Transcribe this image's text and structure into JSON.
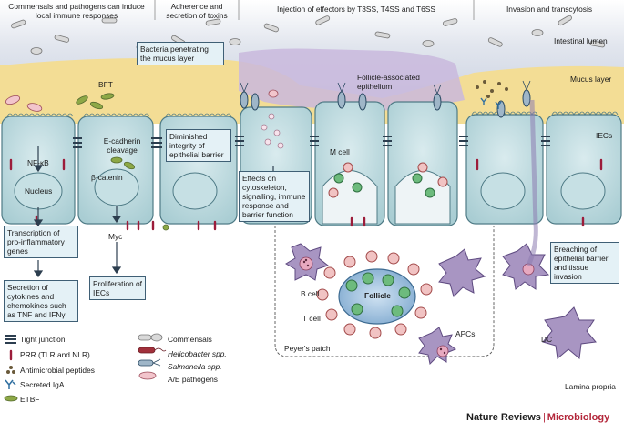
{
  "headers": [
    "Commensals and pathogens can induce local immune responses",
    "Adherence and secretion of toxins",
    "Injection of effectors by T3SS, T4SS and T6SS",
    "Invasion and transcytosis"
  ],
  "regions": {
    "lumen": "Intestinal lumen",
    "mucus": "Mucus layer",
    "iecs": "IECs",
    "fae": "Follicle-associated epithelium",
    "lamina": "Lamina propria",
    "peyers": "Peyer's patch",
    "follicle": "Follicle"
  },
  "labels": {
    "bft": "BFT",
    "nfkb": "NF-κB",
    "nucleus": "Nucleus",
    "ecadherin": "E-cadherin cleavage",
    "bcatenin": "β-catenin",
    "myc": "Myc",
    "mcell": "M cell",
    "bcell": "B cell",
    "tcell": "T cell",
    "apcs": "APCs",
    "dc": "DC"
  },
  "boxes": {
    "penetrating": "Bacteria penetrating the mucus layer",
    "diminished": "Diminished integrity of epithelial barrier",
    "transcription": "Transcription of pro-inflammatory genes",
    "secretion": "Secretion of cytokines and chemokines such as TNF and IFNγ",
    "proliferation": "Proliferation of IECs",
    "effects": "Effects on cytoskeleton, signalling, immune response and barrier function",
    "breaching": "Breaching of epithelial barrier and tissue invasion"
  },
  "legend": {
    "left": [
      "Tight junction",
      "PRR (TLR and NLR)",
      "Antimicrobial peptides",
      "Secreted IgA",
      "ETBF"
    ],
    "right": [
      "Commensals",
      "Helicobacter spp.",
      "Salmonella spp.",
      "A/E pathogens"
    ]
  },
  "footer": {
    "journal": "Nature Reviews",
    "separator": "|",
    "subject": "Microbiology"
  },
  "colors": {
    "lumen": "#d7dce6",
    "mucus": "#f3dd95",
    "epithelium": "#c4dde0",
    "cell_border": "#4f7b86",
    "box_fill": "#e4f1f6",
    "prr": "#9c1c3a",
    "apc": "#9a86b5"
  }
}
